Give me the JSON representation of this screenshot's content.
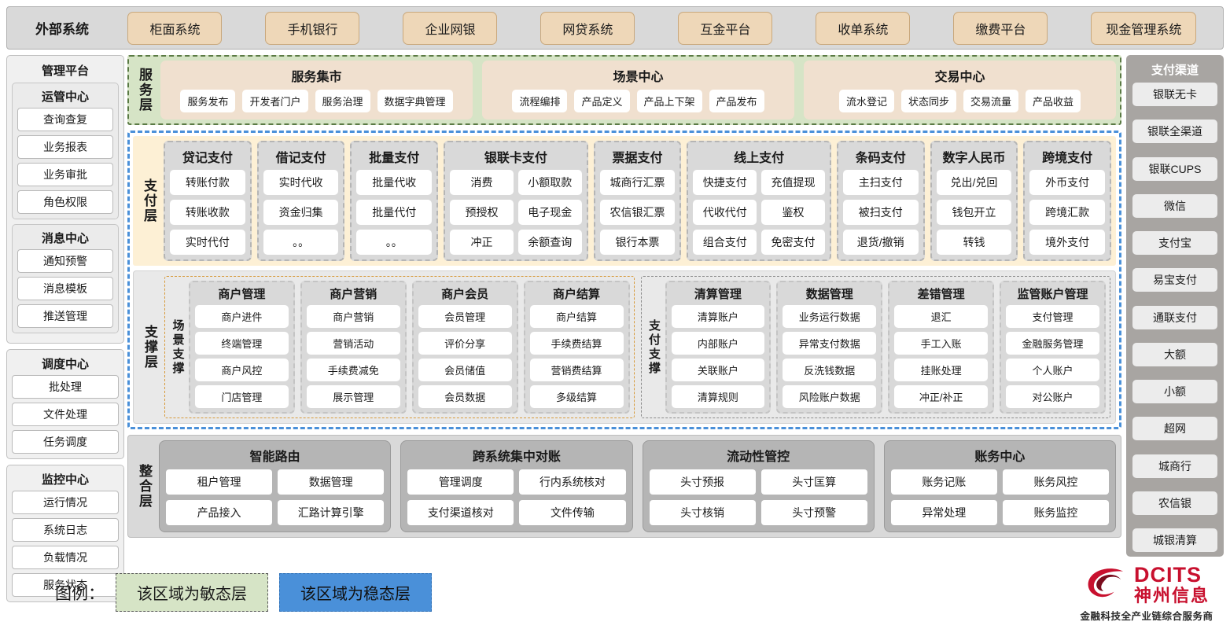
{
  "external_bar": {
    "title": "外部系统",
    "systems": [
      "柜面系统",
      "手机银行",
      "企业网银",
      "网贷系统",
      "互金平台",
      "收单系统",
      "缴费平台",
      "现金管理系统"
    ]
  },
  "management_platform": {
    "title": "管理平台",
    "groups": [
      {
        "title": "运管中心",
        "items": [
          "查询查复",
          "业务报表",
          "业务审批",
          "角色权限"
        ]
      },
      {
        "title": "消息中心",
        "items": [
          "通知预警",
          "消息模板",
          "推送管理"
        ]
      }
    ],
    "standalone_groups": [
      {
        "title": "调度中心",
        "items": [
          "批处理",
          "文件处理",
          "任务调度"
        ]
      },
      {
        "title": "监控中心",
        "items": [
          "运行情况",
          "系统日志",
          "负载情况",
          "服务状态"
        ]
      }
    ]
  },
  "service_layer": {
    "label": "服务层",
    "cards": [
      {
        "title": "服务集市",
        "items": [
          "服务发布",
          "开发者门户",
          "服务治理",
          "数据字典管理"
        ]
      },
      {
        "title": "场景中心",
        "items": [
          "流程编排",
          "产品定义",
          "产品上下架",
          "产品发布"
        ]
      },
      {
        "title": "交易中心",
        "items": [
          "流水登记",
          "状态同步",
          "交易流量",
          "产品收益"
        ]
      }
    ]
  },
  "payment_layer": {
    "label": "支付层",
    "columns": [
      {
        "title": "贷记支付",
        "cols": 1,
        "items": [
          "转账付款",
          "转账收款",
          "实时代付"
        ]
      },
      {
        "title": "借记支付",
        "cols": 1,
        "items": [
          "实时代收",
          "资金归集",
          "。。"
        ]
      },
      {
        "title": "批量支付",
        "cols": 1,
        "items": [
          "批量代收",
          "批量代付",
          "。。"
        ]
      },
      {
        "title": "银联卡支付",
        "cols": 2,
        "items": [
          "消费",
          "小额取款",
          "预授权",
          "电子现金",
          "冲正",
          "余额查询"
        ]
      },
      {
        "title": "票据支付",
        "cols": 1,
        "items": [
          "城商行汇票",
          "农信银汇票",
          "银行本票"
        ]
      },
      {
        "title": "线上支付",
        "cols": 2,
        "items": [
          "快捷支付",
          "充值提现",
          "代收代付",
          "鉴权",
          "组合支付",
          "免密支付"
        ]
      },
      {
        "title": "条码支付",
        "cols": 1,
        "items": [
          "主扫支付",
          "被扫支付",
          "退货/撤销"
        ]
      },
      {
        "title": "数字人民币",
        "cols": 1,
        "items": [
          "兑出/兑回",
          "钱包开立",
          "转钱"
        ]
      },
      {
        "title": "跨境支付",
        "cols": 1,
        "items": [
          "外币支付",
          "跨境汇款",
          "境外支付"
        ]
      }
    ]
  },
  "support_layer": {
    "label": "支撑层",
    "groups": [
      {
        "label": "场景支撑",
        "style": "scene",
        "cols": [
          {
            "title": "商户管理",
            "items": [
              "商户进件",
              "终端管理",
              "商户风控",
              "门店管理"
            ]
          },
          {
            "title": "商户营销",
            "items": [
              "商户营销",
              "营销活动",
              "手续费减免",
              "展示管理"
            ]
          },
          {
            "title": "商户会员",
            "items": [
              "会员管理",
              "评价分享",
              "会员储值",
              "会员数据"
            ]
          },
          {
            "title": "商户结算",
            "items": [
              "商户结算",
              "手续费结算",
              "营销费结算",
              "多级结算"
            ]
          }
        ]
      },
      {
        "label": "支付支撑",
        "style": "paysup",
        "cols": [
          {
            "title": "清算管理",
            "items": [
              "清算账户",
              "内部账户",
              "关联账户",
              "清算规则"
            ]
          },
          {
            "title": "数据管理",
            "items": [
              "业务运行数据",
              "异常支付数据",
              "反洗钱数据",
              "风险账户数据"
            ]
          },
          {
            "title": "差错管理",
            "items": [
              "退汇",
              "手工入账",
              "挂账处理",
              "冲正/补正"
            ]
          },
          {
            "title": "监管账户管理",
            "items": [
              "支付管理",
              "金融服务管理",
              "个人账户",
              "对公账户"
            ]
          }
        ]
      }
    ]
  },
  "integration_layer": {
    "label": "整合层",
    "cards": [
      {
        "title": "智能路由",
        "items": [
          "租户管理",
          "数据管理",
          "产品接入",
          "汇路计算引擎"
        ]
      },
      {
        "title": "跨系统集中对账",
        "items": [
          "管理调度",
          "行内系统核对",
          "支付渠道核对",
          "文件传输"
        ]
      },
      {
        "title": "流动性管控",
        "items": [
          "头寸预报",
          "头寸匡算",
          "头寸核销",
          "头寸预警"
        ]
      },
      {
        "title": "账务中心",
        "items": [
          "账务记账",
          "账务风控",
          "异常处理",
          "账务监控"
        ]
      }
    ]
  },
  "payment_channels": {
    "title": "支付渠道",
    "items": [
      "银联无卡",
      "银联全渠道",
      "银联CUPS",
      "微信",
      "支付宝",
      "易宝支付",
      "通联支付",
      "大额",
      "小额",
      "超网",
      "城商行",
      "农信银",
      "城银清算"
    ]
  },
  "legend": {
    "label": "图例：",
    "agile": "该区域为敏态层",
    "stable": "该区域为稳态层"
  },
  "logo": {
    "en": "DCITS",
    "cn": "神州信息",
    "tagline": "金融科技全产业链综合服务商"
  },
  "colors": {
    "agile_green": "#d6e4c6",
    "stable_blue": "#4a90d9",
    "ext_chip": "#eed7b8",
    "pay_layer_bg": "#fdf0d5",
    "brand_red": "#c8102e"
  }
}
